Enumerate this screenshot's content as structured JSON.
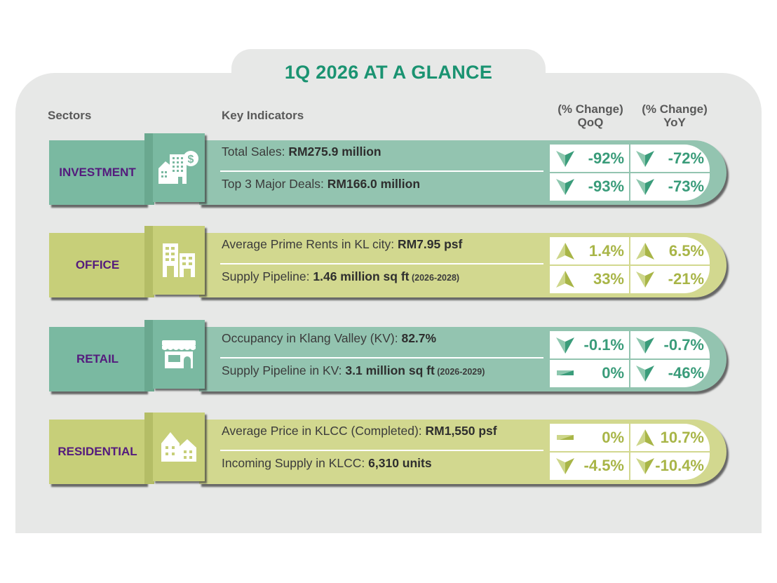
{
  "title": "1Q 2026 AT A GLANCE",
  "headers": {
    "sectors": "Sectors",
    "key_indicators": "Key Indicators",
    "qoq_line1": "(% Change)",
    "qoq_line2": "QoQ",
    "yoy_line1": "(% Change)",
    "yoy_line2": "YoY"
  },
  "colors": {
    "title": "#1a9371",
    "sector_label": "#541b7d",
    "teal": "#93c4b0",
    "lime": "#d2d88f"
  },
  "sectors": [
    {
      "name": "INVESTMENT",
      "icon": "building-dollar-icon",
      "theme": "teal",
      "indicators": [
        {
          "label": "Total Sales: ",
          "value": "RM275.9 million",
          "note": "",
          "qoq": "-92%",
          "qoq_dir": "down",
          "yoy": "-72%",
          "yoy_dir": "down"
        },
        {
          "label": "Top 3 Major Deals: ",
          "value": "RM166.0 million",
          "note": "",
          "qoq": "-93%",
          "qoq_dir": "down",
          "yoy": "-73%",
          "yoy_dir": "down"
        }
      ]
    },
    {
      "name": "OFFICE",
      "icon": "office-buildings-icon",
      "theme": "lime",
      "indicators": [
        {
          "label": "Average Prime Rents in KL city: ",
          "value": "RM7.95 psf",
          "note": "",
          "qoq": "1.4%",
          "qoq_dir": "up",
          "yoy": "6.5%",
          "yoy_dir": "up"
        },
        {
          "label": "Supply Pipeline: ",
          "value": "1.46 million sq ft",
          "note": " (2026-2028)",
          "qoq": "33%",
          "qoq_dir": "up",
          "yoy": "-21%",
          "yoy_dir": "down"
        }
      ]
    },
    {
      "name": "RETAIL",
      "icon": "storefront-icon",
      "theme": "teal",
      "indicators": [
        {
          "label": "Occupancy in Klang Valley (KV): ",
          "value": "82.7%",
          "note": "",
          "qoq": "-0.1%",
          "qoq_dir": "down",
          "yoy": "-0.7%",
          "yoy_dir": "down"
        },
        {
          "label": "Supply Pipeline in KV: ",
          "value": "3.1 million sq ft",
          "note": " (2026-2029)",
          "qoq": "0%",
          "qoq_dir": "flat",
          "yoy": "-46%",
          "yoy_dir": "down"
        }
      ]
    },
    {
      "name": "RESIDENTIAL",
      "icon": "houses-icon",
      "theme": "lime",
      "indicators": [
        {
          "label": "Average Price in KLCC (Completed): ",
          "value": "RM1,550 psf",
          "note": "",
          "qoq": "0%",
          "qoq_dir": "flat",
          "yoy": "10.7%",
          "yoy_dir": "up"
        },
        {
          "label": "Incoming Supply in KLCC: ",
          "value": "6,310 units",
          "note": "",
          "qoq": "-4.5%",
          "qoq_dir": "down",
          "yoy": "-10.4%",
          "yoy_dir": "down"
        }
      ]
    }
  ]
}
